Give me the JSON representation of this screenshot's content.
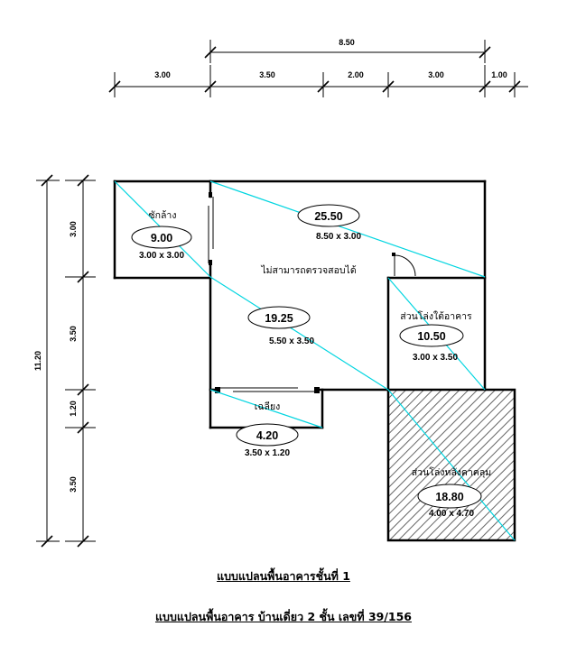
{
  "dimensions": {
    "top_overall": "8.50",
    "top_segments": [
      "3.00",
      "3.50",
      "2.00",
      "3.00",
      "1.00"
    ],
    "left_overall": "11.20",
    "left_segments": [
      "3.00",
      "3.50",
      "1.20",
      "3.50"
    ]
  },
  "rooms": {
    "laundry": {
      "label": "ซักล้าง",
      "area": "9.00",
      "size": "3.00 x 3.00"
    },
    "main": {
      "area": "25.50",
      "size": "8.50 x 3.00"
    },
    "uncheckable": {
      "label": "ไม่สามารถตรวจสอบได้"
    },
    "interior": {
      "area": "19.25",
      "size": "5.50 x 3.50"
    },
    "under_building": {
      "label": "ส่วนโล่งใต้อาคาร",
      "area": "10.50",
      "size": "3.00 x 3.50"
    },
    "terrace": {
      "label": "เฉลียง",
      "area": "4.20",
      "size": "3.50 x 1.20"
    },
    "covered_open": {
      "label": "ส่วนโล่งหลังคาคลุม",
      "area": "18.80",
      "size": "4.00 x 4.70"
    }
  },
  "captions": {
    "floor_plan": "แบบแปลนพื้นอาคารชั้นที่ 1",
    "house_plan": "แบบแปลนพื้นอาคาร บ้านเดี่ยว 2 ชั้น เลขที่ 39/156"
  }
}
